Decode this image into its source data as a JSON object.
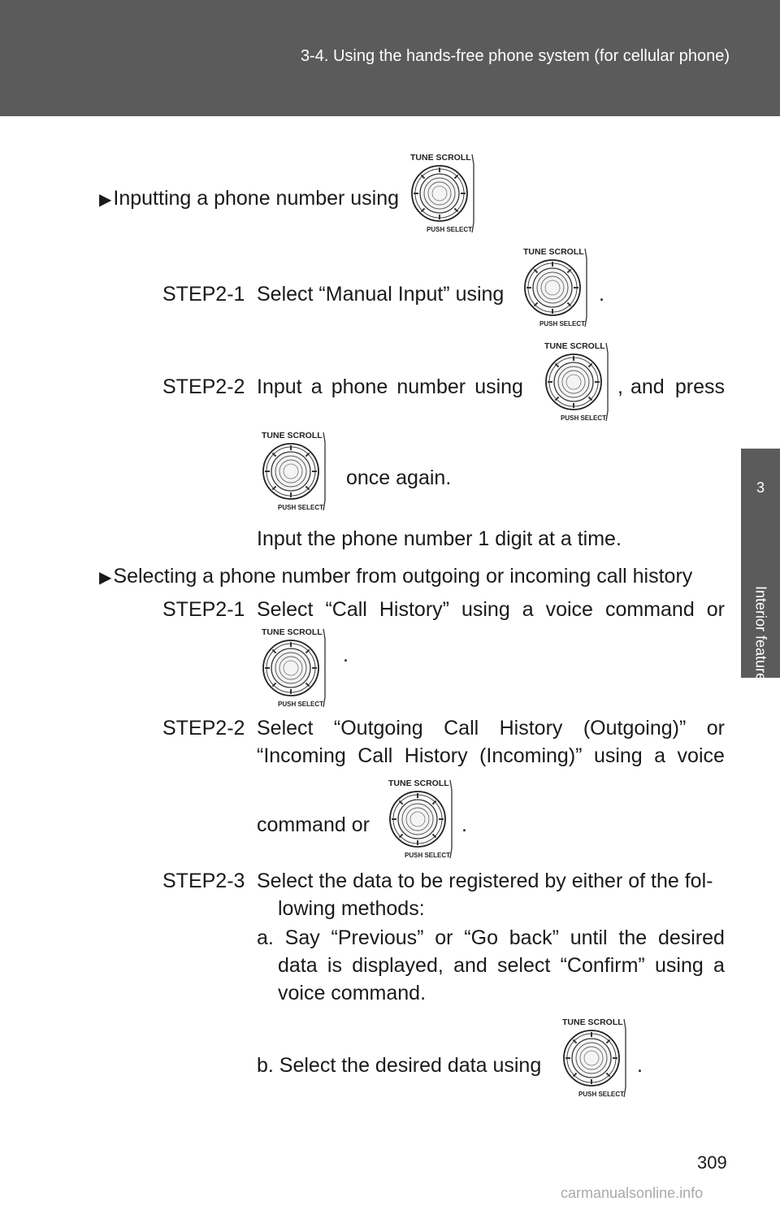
{
  "header": {
    "title": "3-4. Using the hands-free phone system (for cellular phone)"
  },
  "side_tab": {
    "number": "3",
    "label": "Interior features"
  },
  "knob": {
    "top_label": "TUNE SCROLL",
    "bottom_label": "PUSH SELECT"
  },
  "section1": {
    "heading": "Inputting a phone number using",
    "step1": {
      "id": "STEP2-1",
      "text": "Select “Manual Input” using",
      "end": "."
    },
    "step2": {
      "id": "STEP2-2",
      "words": [
        "Input",
        "a",
        "phone",
        "number",
        "using"
      ],
      "after": [
        "and",
        "press"
      ],
      "comma": ",",
      "line2": "once again.",
      "note": "Input the phone number 1 digit at a time."
    }
  },
  "section2": {
    "heading": "Selecting a phone number from outgoing or incoming call history",
    "step1": {
      "id": "STEP2-1",
      "words": [
        "Select",
        "“Call",
        "History”",
        "using",
        "a",
        "voice",
        "command",
        "or"
      ],
      "end": "."
    },
    "step2": {
      "id": "STEP2-2",
      "line1": [
        "Select",
        "“Outgoing",
        "Call",
        "History",
        "(Outgoing)”",
        "or"
      ],
      "line2": [
        "“Incoming",
        "Call",
        "History",
        "(Incoming)”",
        "using",
        "a",
        "voice"
      ],
      "line3": "command or",
      "end": "."
    },
    "step3": {
      "id": "STEP2-3",
      "line1": "Select the data to be registered by either of the fol-",
      "line2": "lowing methods:",
      "a_line1": [
        "a.",
        "Say",
        "“Previous”",
        "or",
        "“Go",
        "back”",
        "until",
        "the",
        "desired"
      ],
      "a_line2": [
        "data",
        "is",
        "displayed,",
        "and",
        "select",
        "“Confirm”",
        "using",
        "a"
      ],
      "a_line3": "voice command.",
      "b_line": "b. Select the desired data using",
      "b_end": "."
    }
  },
  "page_number": "309",
  "watermark": {
    "prefix": "carmanuals",
    "online": "online",
    "suffix": ".info"
  }
}
